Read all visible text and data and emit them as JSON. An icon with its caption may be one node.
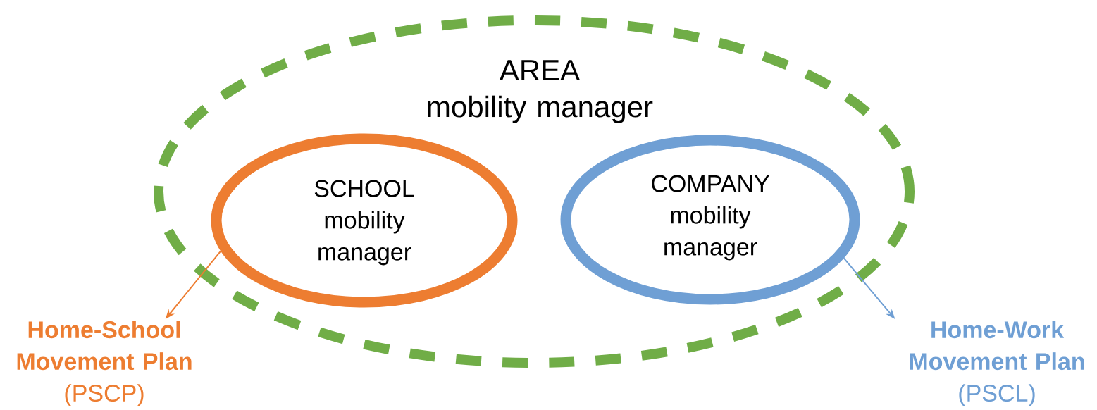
{
  "diagram": {
    "nodes": [
      {
        "text": [
          "AREA",
          "mobility manager"
        ]
      },
      {
        "text": [
          "SCHOOL",
          "mobility manager"
        ],
        "in": 0
      },
      {
        "text": [
          "COMPANY",
          "mobility manager"
        ],
        "in": 0
      },
      {
        "text": [
          "Home-School Movement Plan",
          "(PSCP)"
        ]
      },
      {
        "text": [
          "Home-Work Movement Plan",
          "(PSCL)"
        ]
      }
    ],
    "edges": [
      {
        "from": 1,
        "to": 3,
        "arrow": "to",
        "color": "#ed7d31"
      },
      {
        "from": 2,
        "to": 4,
        "arrow": "to",
        "color": "#6f9fd4"
      }
    ]
  }
}
